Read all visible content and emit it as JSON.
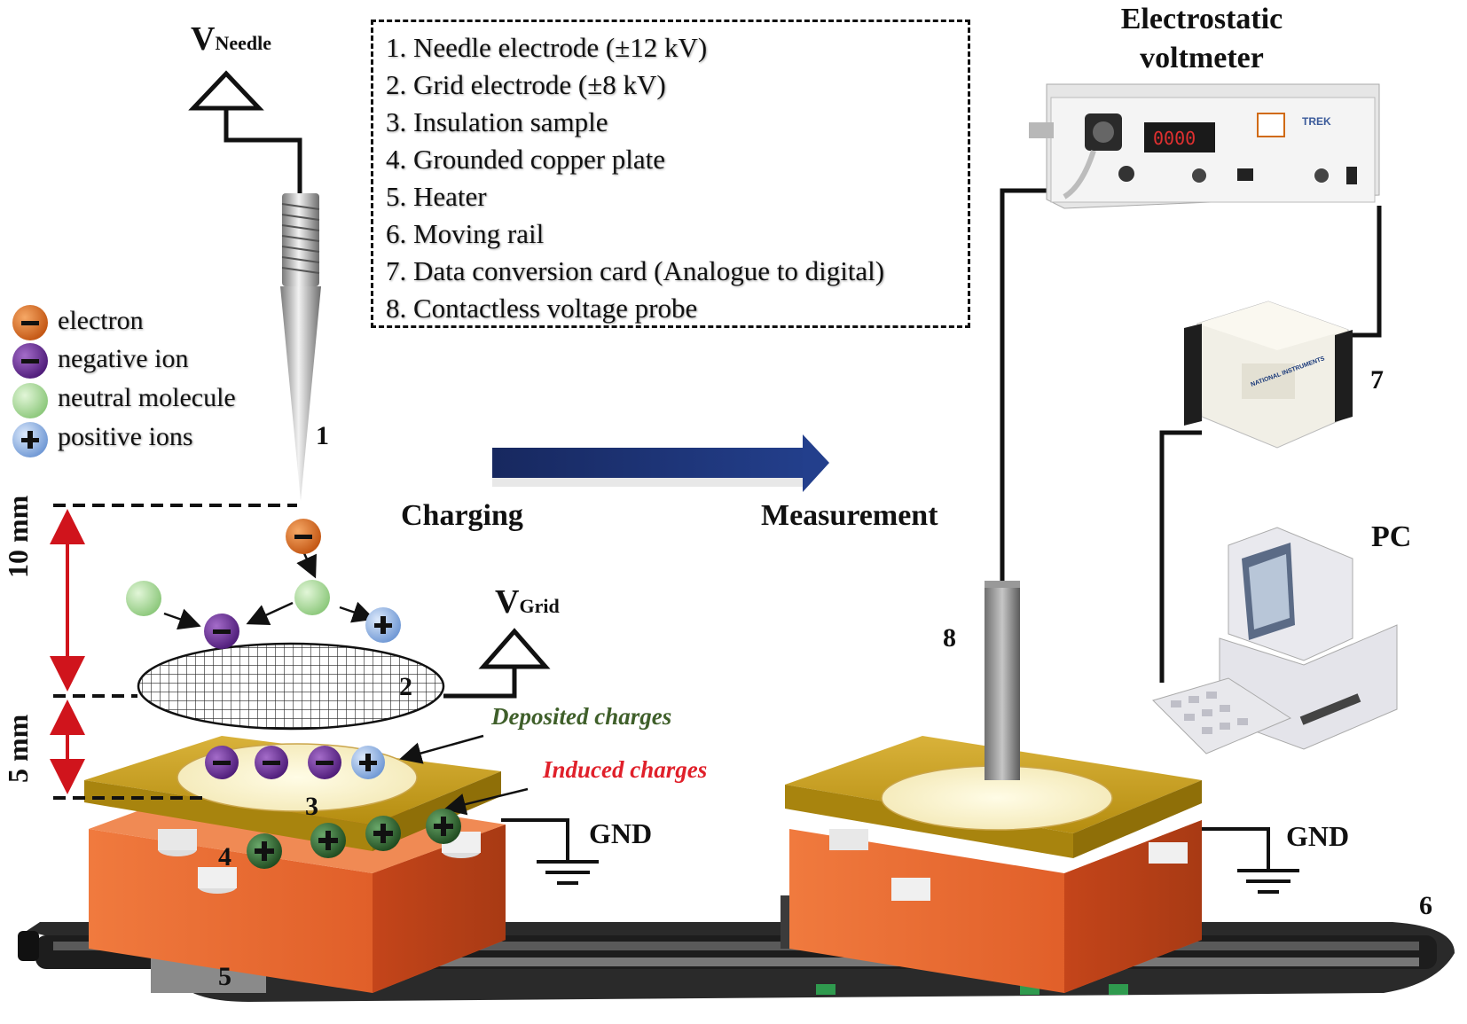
{
  "legend": {
    "items": [
      "1. Needle electrode (±12 kV)",
      "2. Grid electrode (±8 kV)",
      "3. Insulation sample",
      "4. Grounded copper plate",
      "5. Heater",
      "6. Moving rail",
      "7. Data conversion card (Analogue to digital)",
      "8. Contactless voltage probe"
    ]
  },
  "particle_key": {
    "electron": "electron",
    "negative_ion": "negative ion",
    "neutral_molecule": "neutral molecule",
    "positive_ions": "positive ions"
  },
  "labels": {
    "v_needle_main": "V",
    "v_needle_sub": "Needle",
    "v_grid_main": "V",
    "v_grid_sub": "Grid",
    "charging": "Charging",
    "measurement": "Measurement",
    "voltmeter_line1": "Electrostatic",
    "voltmeter_line2": "voltmeter",
    "pc": "PC",
    "gnd_left": "GND",
    "gnd_right": "GND",
    "gap_10mm": "10 mm",
    "gap_5mm": "5 mm",
    "deposited": "Deposited charges",
    "induced": "Induced charges",
    "meter_display": "0000",
    "meter_brand": "TREK",
    "card_brand": "NATIONAL INSTRUMENTS"
  },
  "numbers": {
    "n1": "1",
    "n2": "2",
    "n3": "3",
    "n4": "4",
    "n5": "5",
    "n6": "6",
    "n7": "7",
    "n8": "8"
  },
  "colors": {
    "electron": "#d2691e",
    "negative_ion": "#6a2c91",
    "neutral": "#a8d89a",
    "positive": "#8fb4e6",
    "copper_plate": "#c9a21a",
    "heater": "#e8602c",
    "arrow": "#1a2f6e",
    "dimension": "#d0141c",
    "deposited_text": "#3f5f2a",
    "induced_text": "#e0202a",
    "green_plus": "#2f6a2f"
  }
}
